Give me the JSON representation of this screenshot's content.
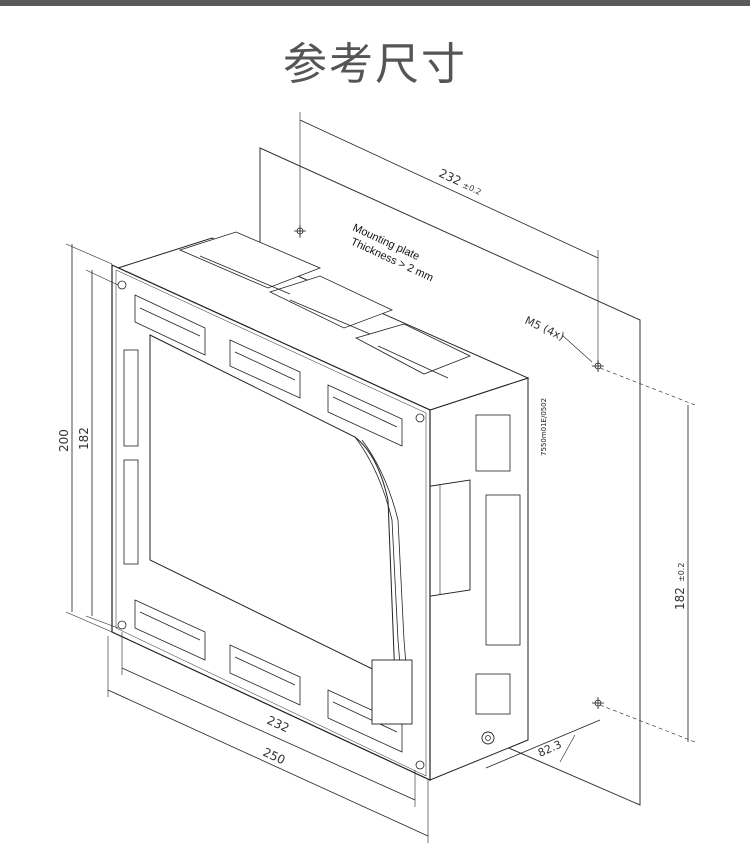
{
  "header": {
    "title": "参考尺寸"
  },
  "drawing": {
    "mounting_plate_label": "Mounting plate",
    "thickness_label": "Thickness > 2 mm",
    "screw_label": "M5  (4x)",
    "part_code": "7550m01E/0502",
    "dims": {
      "plate_width": "232",
      "plate_width_tol": "±0.2",
      "plate_height": "182",
      "plate_height_tol": "±0.2",
      "device_height_outer": "200",
      "device_height_inner": "182",
      "device_width_inner": "232",
      "device_width_outer": "250",
      "depth": "82.3"
    }
  }
}
